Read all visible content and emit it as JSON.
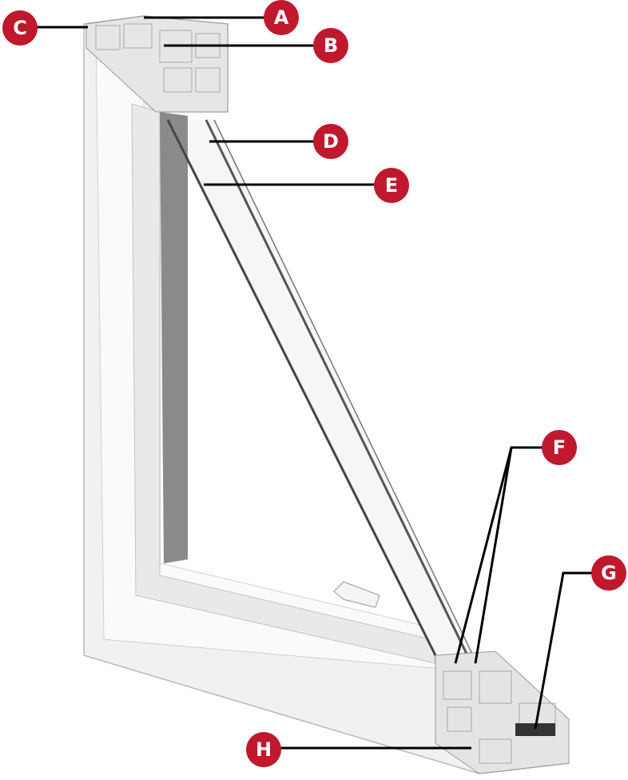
{
  "diagram": {
    "subject": "window-frame-cutaway",
    "accent_color": "#c0182c",
    "labels": [
      {
        "id": "A",
        "text": "A"
      },
      {
        "id": "B",
        "text": "B"
      },
      {
        "id": "C",
        "text": "C"
      },
      {
        "id": "D",
        "text": "D"
      },
      {
        "id": "E",
        "text": "E"
      },
      {
        "id": "F",
        "text": "F"
      },
      {
        "id": "G",
        "text": "G"
      },
      {
        "id": "H",
        "text": "H"
      }
    ]
  }
}
